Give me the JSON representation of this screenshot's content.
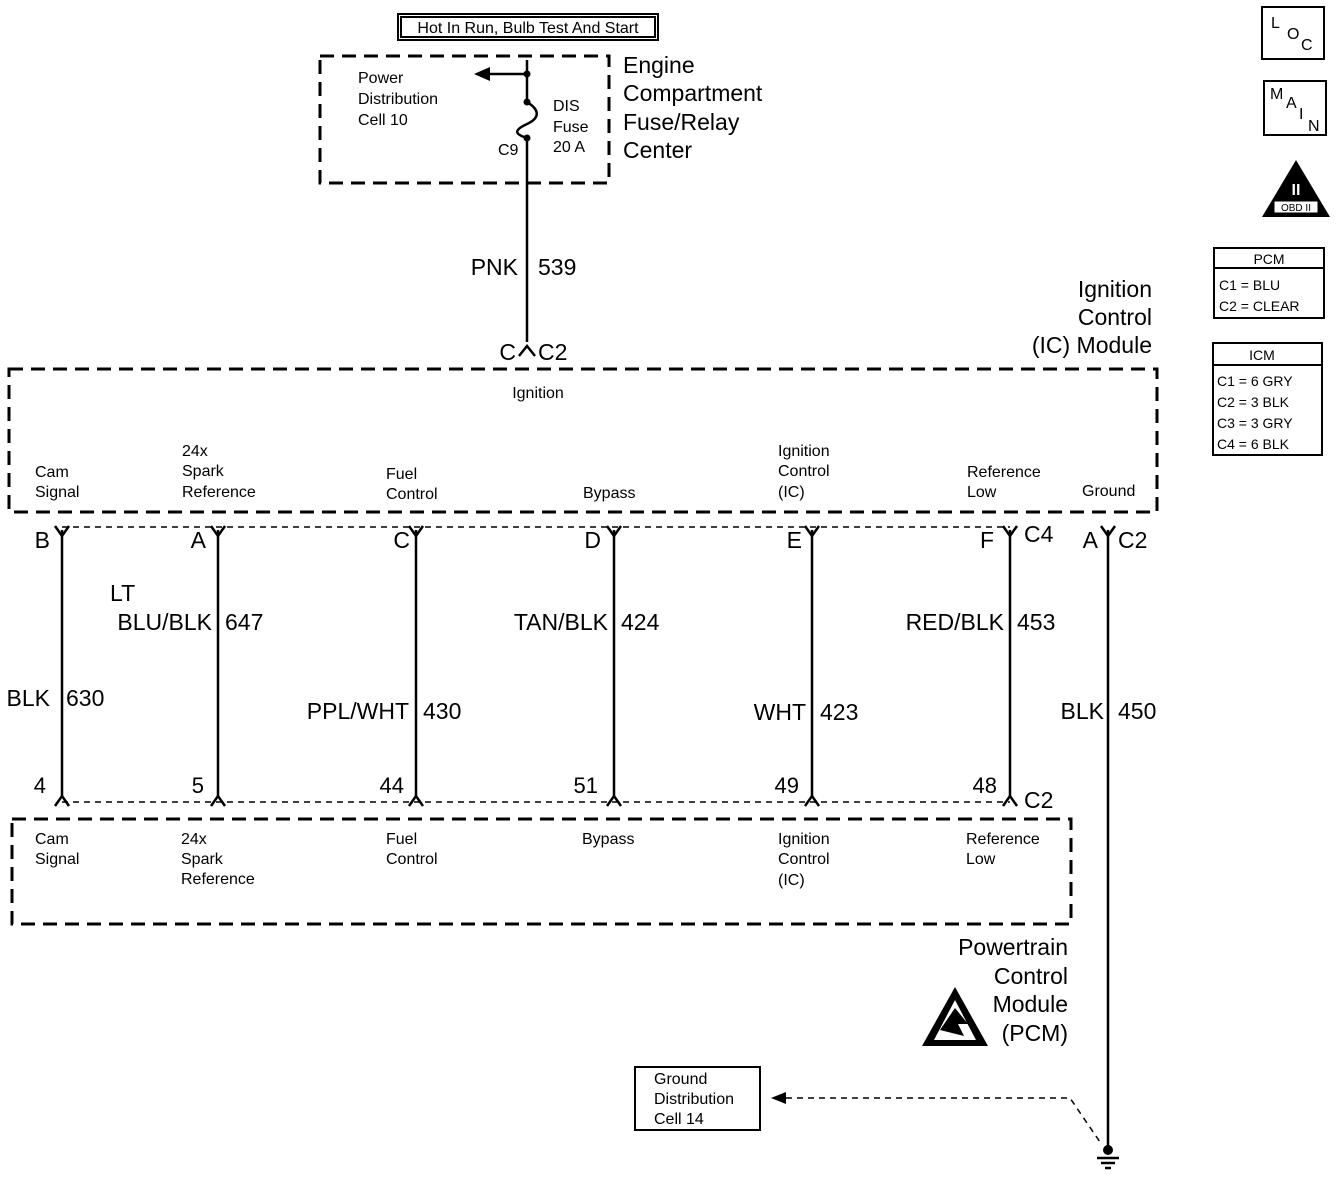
{
  "top_banner": "Hot In Run, Bulb Test And Start",
  "fuse_center": {
    "label_lines": [
      "Engine",
      "Compartment",
      "Fuse/Relay",
      "Center"
    ],
    "power_dist_lines": [
      "Power",
      "Distribution",
      "Cell 10"
    ],
    "fuse_lines": [
      "DIS",
      "Fuse",
      "20 A"
    ],
    "connector": "C9"
  },
  "feed_wire": {
    "color": "PNK",
    "circuit": "539"
  },
  "ic_connector": {
    "pin": "C",
    "conn": "C2"
  },
  "ic_module": {
    "title_lines": [
      "Ignition",
      "Control",
      "(IC) Module"
    ],
    "ignition_label": "Ignition",
    "terminals": [
      {
        "lines": [
          "Cam",
          "Signal"
        ]
      },
      {
        "lines": [
          "24x",
          "Spark",
          "Reference"
        ]
      },
      {
        "lines": [
          "Fuel",
          "Control"
        ]
      },
      {
        "lines": [
          "Bypass"
        ]
      },
      {
        "lines": [
          "Ignition",
          "Control",
          "(IC)"
        ]
      },
      {
        "lines": [
          "Reference",
          "Low"
        ]
      },
      {
        "lines": [
          "Ground"
        ]
      }
    ]
  },
  "circuits": [
    {
      "top_pin": "B",
      "bottom_pin": "4",
      "color_lines": [
        "BLK"
      ],
      "circuit": "630"
    },
    {
      "top_pin": "A",
      "bottom_pin": "5",
      "color_lines": [
        "LT",
        "BLU/BLK"
      ],
      "circuit": "647"
    },
    {
      "top_pin": "C",
      "bottom_pin": "44",
      "color_lines": [
        "PPL/WHT"
      ],
      "circuit": "430"
    },
    {
      "top_pin": "D",
      "bottom_pin": "51",
      "color_lines": [
        "TAN/BLK"
      ],
      "circuit": "424"
    },
    {
      "top_pin": "E",
      "bottom_pin": "49",
      "color_lines": [
        "WHT"
      ],
      "circuit": "423"
    },
    {
      "top_pin": "F",
      "bottom_pin": "48",
      "color_lines": [
        "RED/BLK"
      ],
      "circuit": "453"
    }
  ],
  "top_conn": "C4",
  "bottom_conn": "C2",
  "ground_wire": {
    "pin": "A",
    "conn": "C2",
    "color": "BLK",
    "circuit": "450"
  },
  "pcm": {
    "title_lines": [
      "Powertrain",
      "Control",
      "Module",
      "(PCM)"
    ],
    "terminals": [
      {
        "lines": [
          "Cam",
          "Signal"
        ]
      },
      {
        "lines": [
          "24x",
          "Spark",
          "Reference"
        ]
      },
      {
        "lines": [
          "Fuel",
          "Control"
        ]
      },
      {
        "lines": [
          "Bypass"
        ]
      },
      {
        "lines": [
          "Ignition",
          "Control",
          "(IC)"
        ]
      },
      {
        "lines": [
          "Reference",
          "Low"
        ]
      }
    ]
  },
  "ground_dist_lines": [
    "Ground",
    "Distribution",
    "Cell 14"
  ],
  "side_icons": {
    "loc": [
      "L",
      "O",
      "C"
    ],
    "main": [
      "M",
      "A",
      "I",
      "N"
    ],
    "obd": {
      "symbol": "II",
      "label": "OBD II"
    }
  },
  "pcm_legend": {
    "title": "PCM",
    "rows": [
      "C1 = BLU",
      "C2 = CLEAR"
    ]
  },
  "icm_legend": {
    "title": "ICM",
    "rows": [
      "C1 = 6 GRY",
      "C2 = 3 BLK",
      "C3 = 3 GRY",
      "C4 = 6 BLK"
    ]
  }
}
